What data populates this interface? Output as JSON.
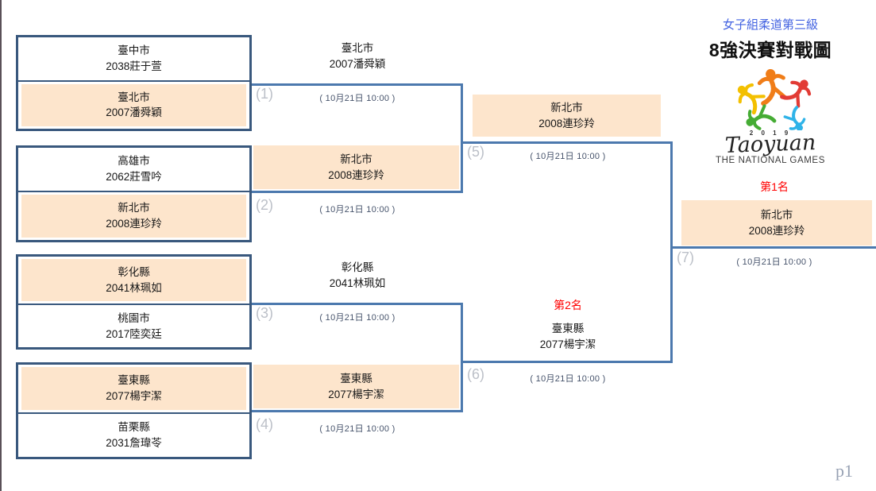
{
  "header": {
    "category": "女子組柔道第三級",
    "title": "8強決賽對戰圖",
    "page_number": "p1"
  },
  "logo": {
    "year": "2 0 1 9",
    "city": "Taoyuan",
    "subtitle": "THE NATIONAL GAMES"
  },
  "colors": {
    "pair_border": "#39587D",
    "connector_border": "#4C79AE",
    "winner_fill": "#FDE5CC",
    "rank_red": "#FF0000",
    "category_blue": "#4262E1",
    "match_label_gray": "#BCC0C8"
  },
  "round1": [
    {
      "city": "臺中市",
      "athlete": "2038莊于萱",
      "winner": false
    },
    {
      "city": "臺北市",
      "athlete": "2007潘舜穎",
      "winner": true
    },
    {
      "city": "高雄市",
      "athlete": "2062莊雪吟",
      "winner": false
    },
    {
      "city": "新北市",
      "athlete": "2008連珍羚",
      "winner": true
    },
    {
      "city": "彰化縣",
      "athlete": "2041林珮如",
      "winner": true
    },
    {
      "city": "桃園市",
      "athlete": "2017陸奕廷",
      "winner": false
    },
    {
      "city": "臺東縣",
      "athlete": "2077楊宇潔",
      "winner": true
    },
    {
      "city": "苗栗縣",
      "athlete": "2031詹瑋苓",
      "winner": false
    }
  ],
  "matches": [
    {
      "id": "(1)",
      "time": "( 10月21日 10:00 )"
    },
    {
      "id": "(2)",
      "time": "( 10月21日 10:00 )"
    },
    {
      "id": "(3)",
      "time": "( 10月21日 10:00 )"
    },
    {
      "id": "(4)",
      "time": "( 10月21日 10:00 )"
    },
    {
      "id": "(5)",
      "time": "( 10月21日 10:00 )"
    },
    {
      "id": "(6)",
      "time": "( 10月21日 10:00 )"
    },
    {
      "id": "(7)",
      "time": "( 10月21日 10:00 )"
    }
  ],
  "semifinals": {
    "sf1_from_m1": {
      "city": "臺北市",
      "athlete": "2007潘舜穎",
      "winner": false
    },
    "sf1_from_m2": {
      "city": "新北市",
      "athlete": "2008連珍羚",
      "winner": true
    },
    "sf2_from_m3": {
      "city": "彰化縣",
      "athlete": "2041林珮如",
      "winner": false
    },
    "sf2_from_m4": {
      "city": "臺東縣",
      "athlete": "2077楊宇潔",
      "winner": true
    }
  },
  "final": {
    "from_m5": {
      "city": "新北市",
      "athlete": "2008連珍羚",
      "winner": true
    },
    "runner_up_label": "第2名",
    "runner_up": {
      "city": "臺東縣",
      "athlete": "2077楊宇潔"
    }
  },
  "champion": {
    "label": "第1名",
    "city": "新北市",
    "athlete": "2008連珍羚"
  }
}
